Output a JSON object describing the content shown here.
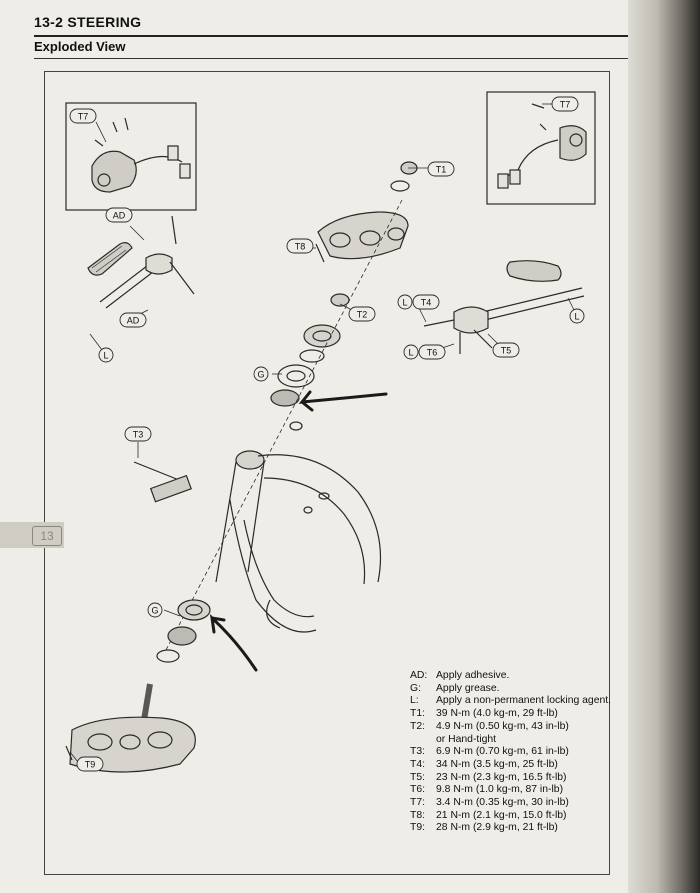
{
  "header": {
    "section_title": "13-2 STEERING",
    "subtitle": "Exploded View"
  },
  "side_tab": {
    "label": "13"
  },
  "callouts": {
    "T1": "T1",
    "T2": "T2",
    "T3": "T3",
    "T4": "T4",
    "T5": "T5",
    "T6": "T6",
    "T7": "T7",
    "T8": "T8",
    "T9": "T9",
    "AD": "AD",
    "G": "G",
    "L": "L"
  },
  "legend": [
    {
      "key": "AD:",
      "text": "Apply adhesive."
    },
    {
      "key": "G:",
      "text": "Apply grease."
    },
    {
      "key": "L:",
      "text": "Apply a non-permanent locking agent."
    },
    {
      "key": "T1:",
      "text": "39 N-m (4.0 kg-m, 29 ft-lb)"
    },
    {
      "key": "T2:",
      "text": "4.9 N-m (0.50 kg-m, 43 in-lb)"
    },
    {
      "key": "",
      "text": "or Hand-tight"
    },
    {
      "key": "T3:",
      "text": "6.9 N-m (0.70 kg-m, 61 in-lb)"
    },
    {
      "key": "T4:",
      "text": "34 N-m (3.5 kg-m, 25 ft-lb)"
    },
    {
      "key": "T5:",
      "text": "23 N-m (2.3 kg-m, 16.5 ft-lb)"
    },
    {
      "key": "T6:",
      "text": "9.8 N-m (1.0 kg-m, 87 in-lb)"
    },
    {
      "key": "T7:",
      "text": "3.4 N-m (0.35 kg-m, 30 in-lb)"
    },
    {
      "key": "T8:",
      "text": "21 N-m (2.1 kg-m, 15.0 ft-lb)"
    },
    {
      "key": "T9:",
      "text": "28 N-m (2.9 kg-m, 21 ft-lb)"
    }
  ]
}
